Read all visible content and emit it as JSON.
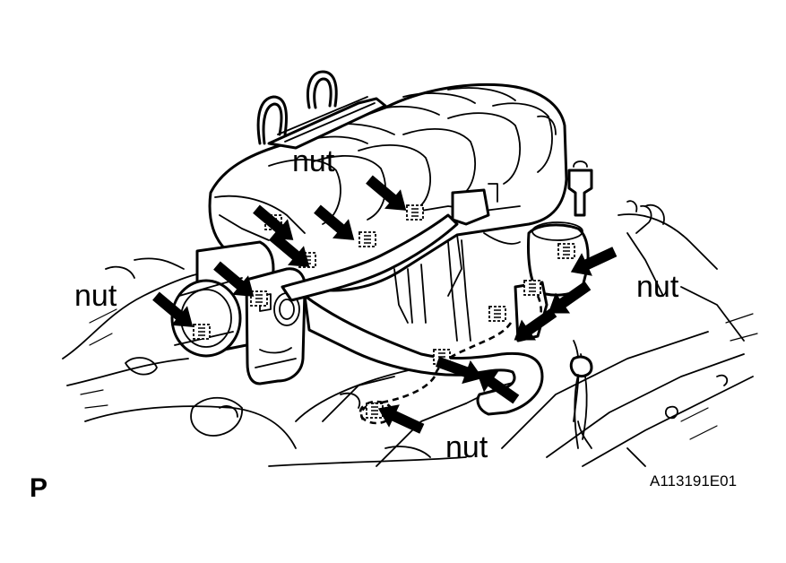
{
  "figure": {
    "nut_labels": [
      "nut",
      "nut",
      "nut",
      "nut"
    ],
    "view_code": "P",
    "figure_id": "A113191E01",
    "line_color": "#000000",
    "background_color": "#ffffff",
    "arrow_count": 12
  }
}
